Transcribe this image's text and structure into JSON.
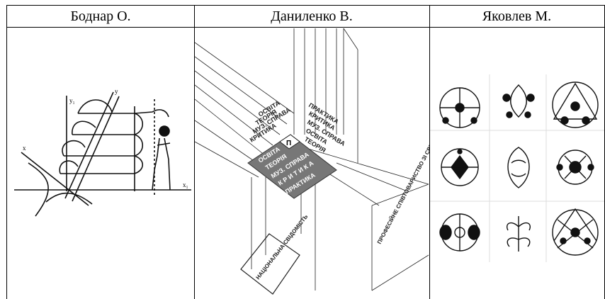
{
  "table": {
    "headers": [
      "Боднар О.",
      "Даниленко В.",
      "Яковлев М."
    ]
  },
  "daniленко": {},
  "images": {
    "bodnar": {
      "axis_y1": "y₁",
      "axis_y": "y",
      "axis_x": "x",
      "axis_x1": "x₁"
    },
    "danylenko": {
      "cube_letter": "П",
      "front_rows": [
        "ОСВІТА",
        "ТЕОРІЯ",
        "МУЗ. СПРАВА",
        "К Р И Т И К А",
        "ПРАКТИКА"
      ],
      "back_rows": [
        "ОСВІТА",
        "ТЕОРІЯ",
        "МУЗ. СПРАВА",
        "КРИТИКА"
      ],
      "side_rows": [
        "ПРАКТИКА",
        "КРИТИКА",
        "МУЗ. СПРАВА",
        "ОСВІТА",
        "ТЕОРІЯ"
      ],
      "pillar_label": "ПРОФЕСІЙНЕ СПІВТОВАРИСТВО ЗІ СВІТОМ",
      "base_label": "НАЦІОНАЛЬНА СВІДОМІСТЬ"
    }
  }
}
